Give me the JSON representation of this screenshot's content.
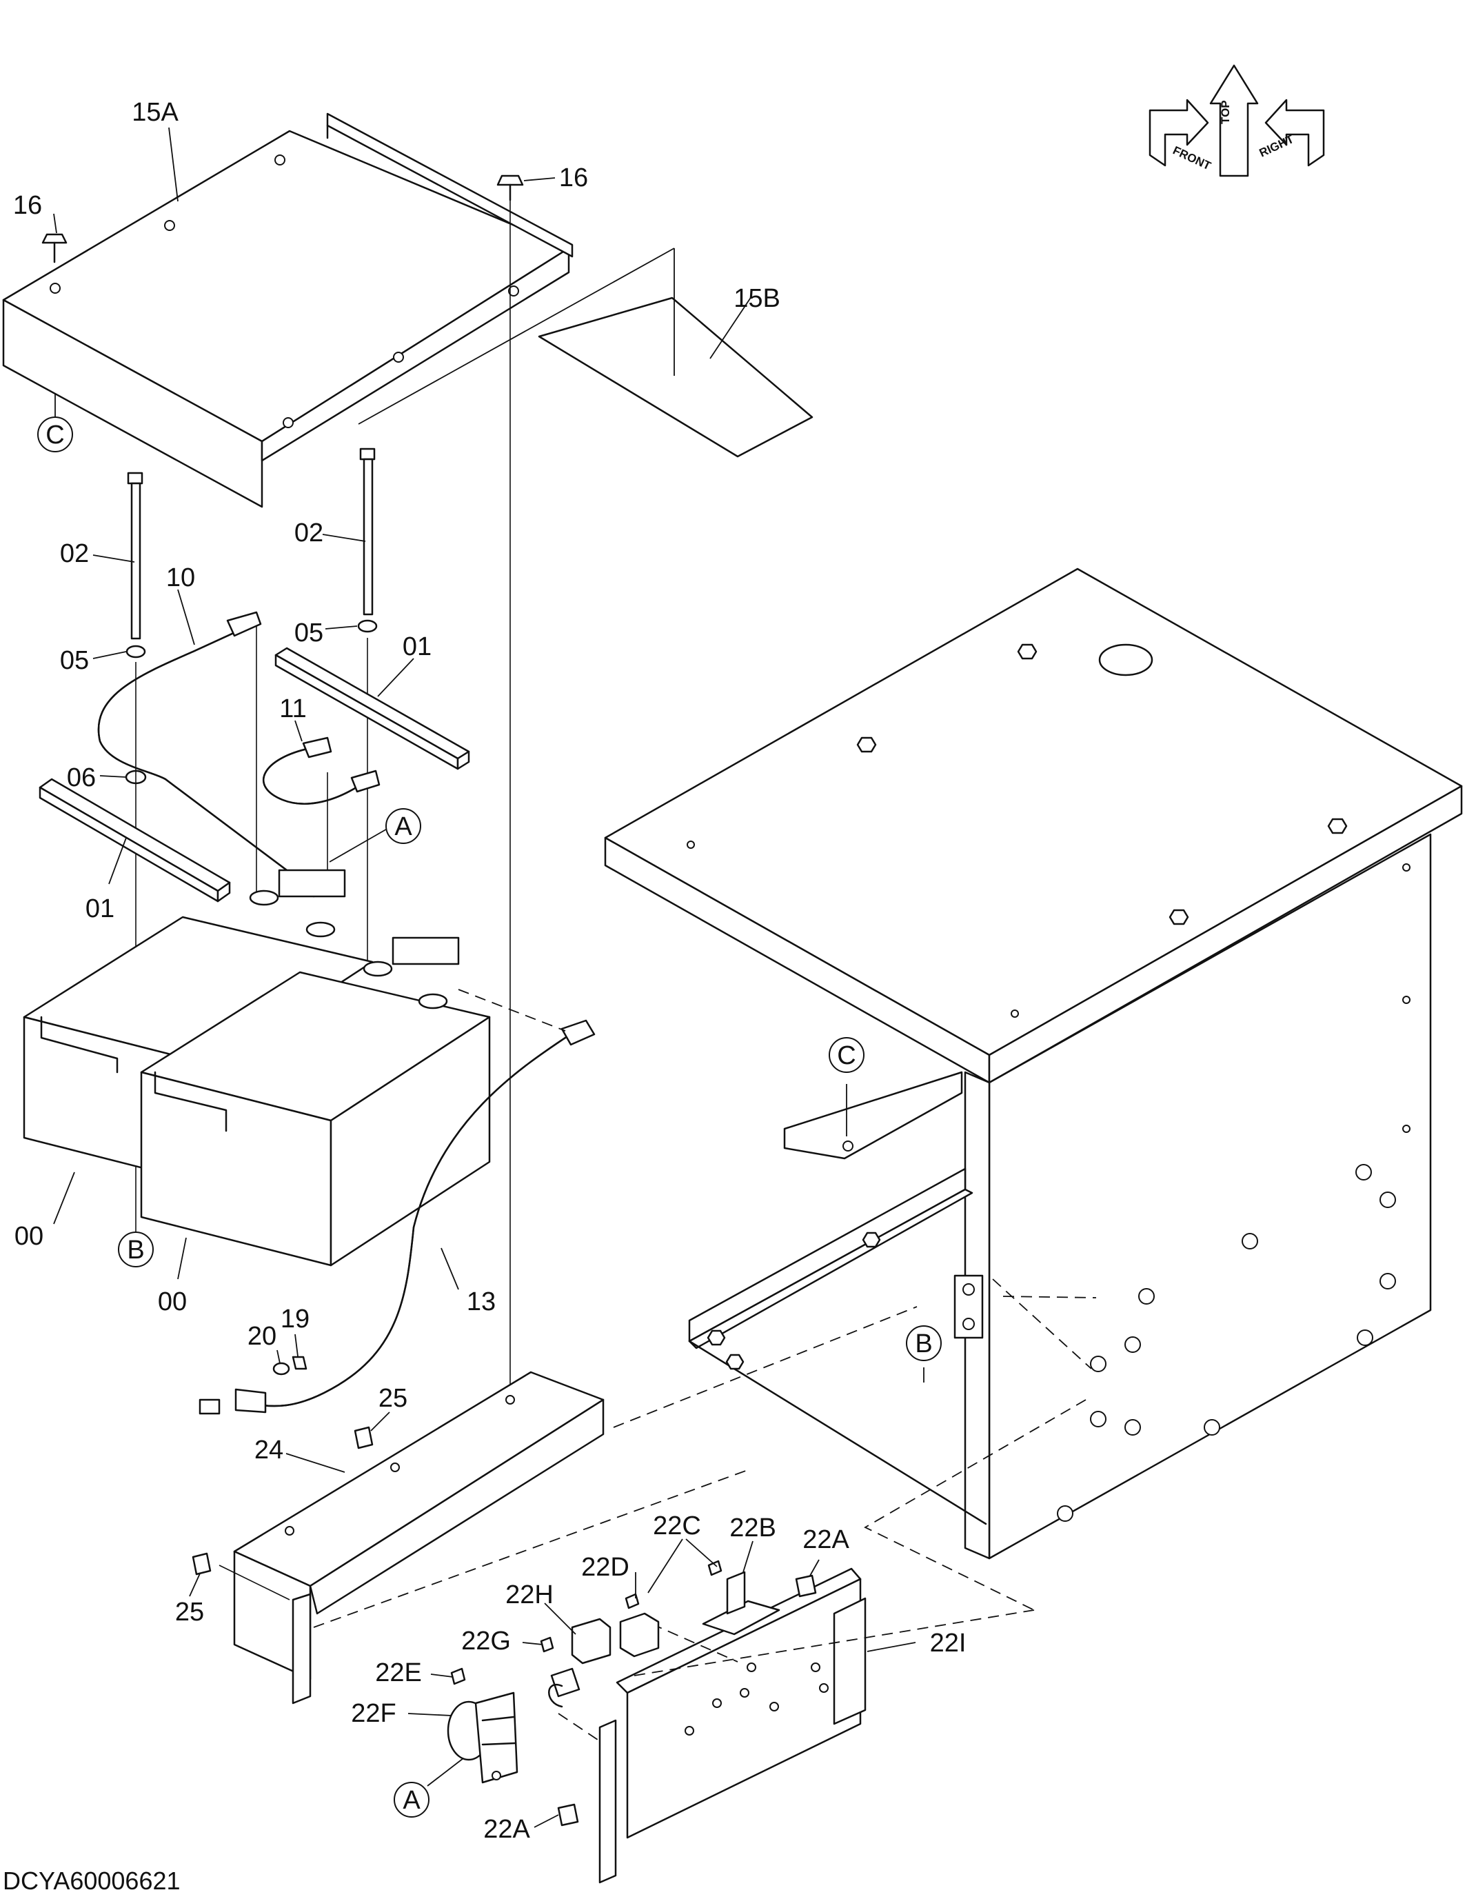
{
  "drawing_code": "DCYA60006621",
  "orientation_arrow": {
    "labels": [
      "FRONT",
      "TOP",
      "RIGHT"
    ]
  },
  "part_labels": [
    "15A",
    "16",
    "16",
    "15B",
    "C",
    "02",
    "02",
    "10",
    "05",
    "05",
    "01",
    "11",
    "06",
    "A",
    "01",
    "00",
    "B",
    "00",
    "13",
    "20",
    "19",
    "25",
    "24",
    "25",
    "C",
    "B",
    "22C",
    "22B",
    "22A",
    "22D",
    "22H",
    "22G",
    "22I",
    "22E",
    "22F",
    "A",
    "22A"
  ]
}
